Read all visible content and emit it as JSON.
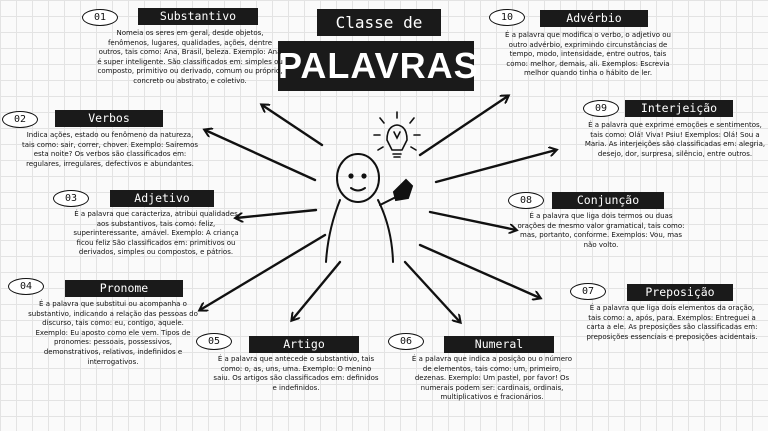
{
  "title": {
    "line1": "Classe de",
    "line2": "PALAVRAS"
  },
  "classes": [
    {
      "num": "01",
      "name": "Substantivo",
      "desc": "Nomeia os seres em geral, desde objetos, fenômenos, lugares, qualidades, ações, dentre outros, tais como: Ana, Brasil, beleza. Exemplo: Ana é super inteligente. São classificados em: simples ou composto, primitivo ou derivado, comum ou próprio, concreto ou abstrato, e coletivo."
    },
    {
      "num": "02",
      "name": "Verbos",
      "desc": "Indica ações, estado ou fenômeno da natureza, tais como: sair, correr, chover. Exemplo: Sairemos esta noite? Os verbos são classificados em: regulares, irregulares, defectivos e abundantes."
    },
    {
      "num": "03",
      "name": "Adjetivo",
      "desc": "É a palavra que caracteriza, atribui qualidades aos substantivos, tais como: feliz, superinteressante, amável. Exemplo: A criança ficou feliz São classificados em: primitivos ou derivados, simples ou compostos, e pátrios."
    },
    {
      "num": "04",
      "name": "Pronome",
      "desc": "É a palavra que substitui ou acompanha o substantivo, indicando a relação das pessoas do discurso, tais como: eu, contigo, aquele. Exemplo: Eu aposto como ele vem. Tipos de pronomes: pessoais, possessivos, demonstrativos, relativos, indefinidos e interrogativos."
    },
    {
      "num": "05",
      "name": "Artigo",
      "desc": "É a palavra que antecede o substantivo, tais como: o, as, uns, uma. Exemplo: O menino saiu. Os artigos são classificados em: definidos e indefinidos."
    },
    {
      "num": "06",
      "name": "Numeral",
      "desc": "É a palavra que indica a posição ou o número de elementos, tais como: um, primeiro, dezenas. Exemplo: Um pastel, por favor! Os numerais podem ser: cardinais, ordinais, multiplicativos e fracionários."
    },
    {
      "num": "07",
      "name": "Preposição",
      "desc": "É a palavra que liga dois elementos da oração, tais como: a, após, para. Exemplos: Entreguei a carta a ele. As preposições são classificadas em: preposições essenciais e preposições acidentais."
    },
    {
      "num": "08",
      "name": "Conjunção",
      "desc": "É a palavra que liga dois termos ou duas orações de mesmo valor gramatical, tais como: mas, portanto, conforme. Exemplos: Vou, mas não volto."
    },
    {
      "num": "09",
      "name": "Interjeição",
      "desc": "É a palavra que exprime emoções e sentimentos, tais como: Olá! Viva! Psiu! Exemplos: Olá! Sou a Maria. As interjeições são classificadas em: alegria, desejo, dor, surpresa, silêncio, entre outros."
    },
    {
      "num": "10",
      "name": "Advérbio",
      "desc": "É a palavra que modifica o verbo, o adjetivo ou outro advérbio, exprimindo circunstâncias de tempo, modo, intensidade, entre outros, tais como: melhor, demais, ali. Exemplos: Escrevia melhor quando tinha o hábito de ler."
    }
  ]
}
